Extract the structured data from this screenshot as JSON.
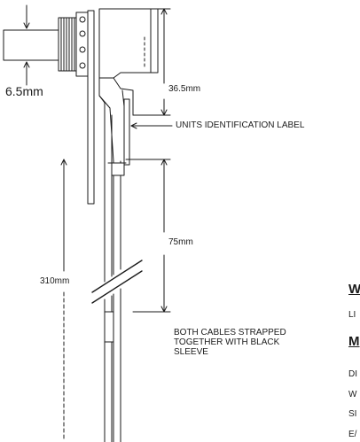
{
  "dimensions": {
    "diameter": "6.5mm",
    "top_length": "36.5mm",
    "mid_length": "75mm",
    "total_length": "310mm"
  },
  "callouts": {
    "label_note": "UNITS IDENTIFICATION LABEL",
    "sleeve_note": [
      "BOTH CABLES STRAPPED",
      "TOGETHER WITH BLACK",
      "SLEEVE"
    ]
  },
  "cut_off_text": {
    "heading_1": "W",
    "line_1": "LI",
    "heading_2": "M",
    "lines": [
      "DI",
      "W",
      "SI",
      "E/"
    ]
  }
}
